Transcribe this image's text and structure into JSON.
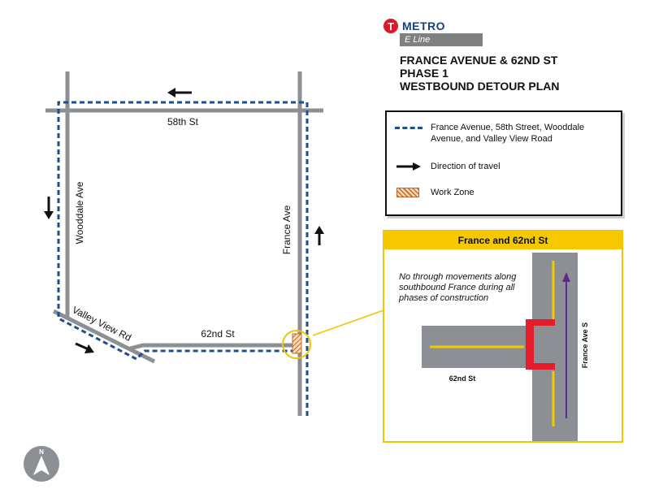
{
  "header": {
    "logo_glyph": "T",
    "brand": "METRO",
    "line_name": "E Line",
    "title_lines": [
      "FRANCE AVENUE & 62ND ST",
      "PHASE 1",
      "WESTBOUND DETOUR PLAN"
    ]
  },
  "map": {
    "streets": {
      "s58": "58th St",
      "wooddale": "Wooddale Ave",
      "france": "France Ave",
      "valley": "Valley View Rd",
      "s62": "62nd St"
    }
  },
  "legend": {
    "items": [
      {
        "symbol": "dashed-line",
        "label": "France Avenue, 58th Street, Wooddale Avenue, and Valley View Road"
      },
      {
        "symbol": "arrow-icon",
        "label": "Direction of travel"
      },
      {
        "symbol": "work-zone-hatch",
        "label": "Work Zone"
      }
    ]
  },
  "inset": {
    "title": "France and 62nd St",
    "note": "No through movements along southbound France during all phases of construction",
    "label_62nd": "62nd St",
    "label_france": "France Ave S"
  },
  "north": {
    "label": "N"
  },
  "colors": {
    "road": "#8c9094",
    "detour": "#1d4f8d",
    "arrow": "#111111",
    "work_zone": "#c46a28",
    "inset_yellow": "#f5c800",
    "barrier_red": "#e41c2b",
    "travel_purple": "#5b2d82",
    "metro_red": "#e0162b",
    "metro_blue": "#1b3e7a"
  }
}
